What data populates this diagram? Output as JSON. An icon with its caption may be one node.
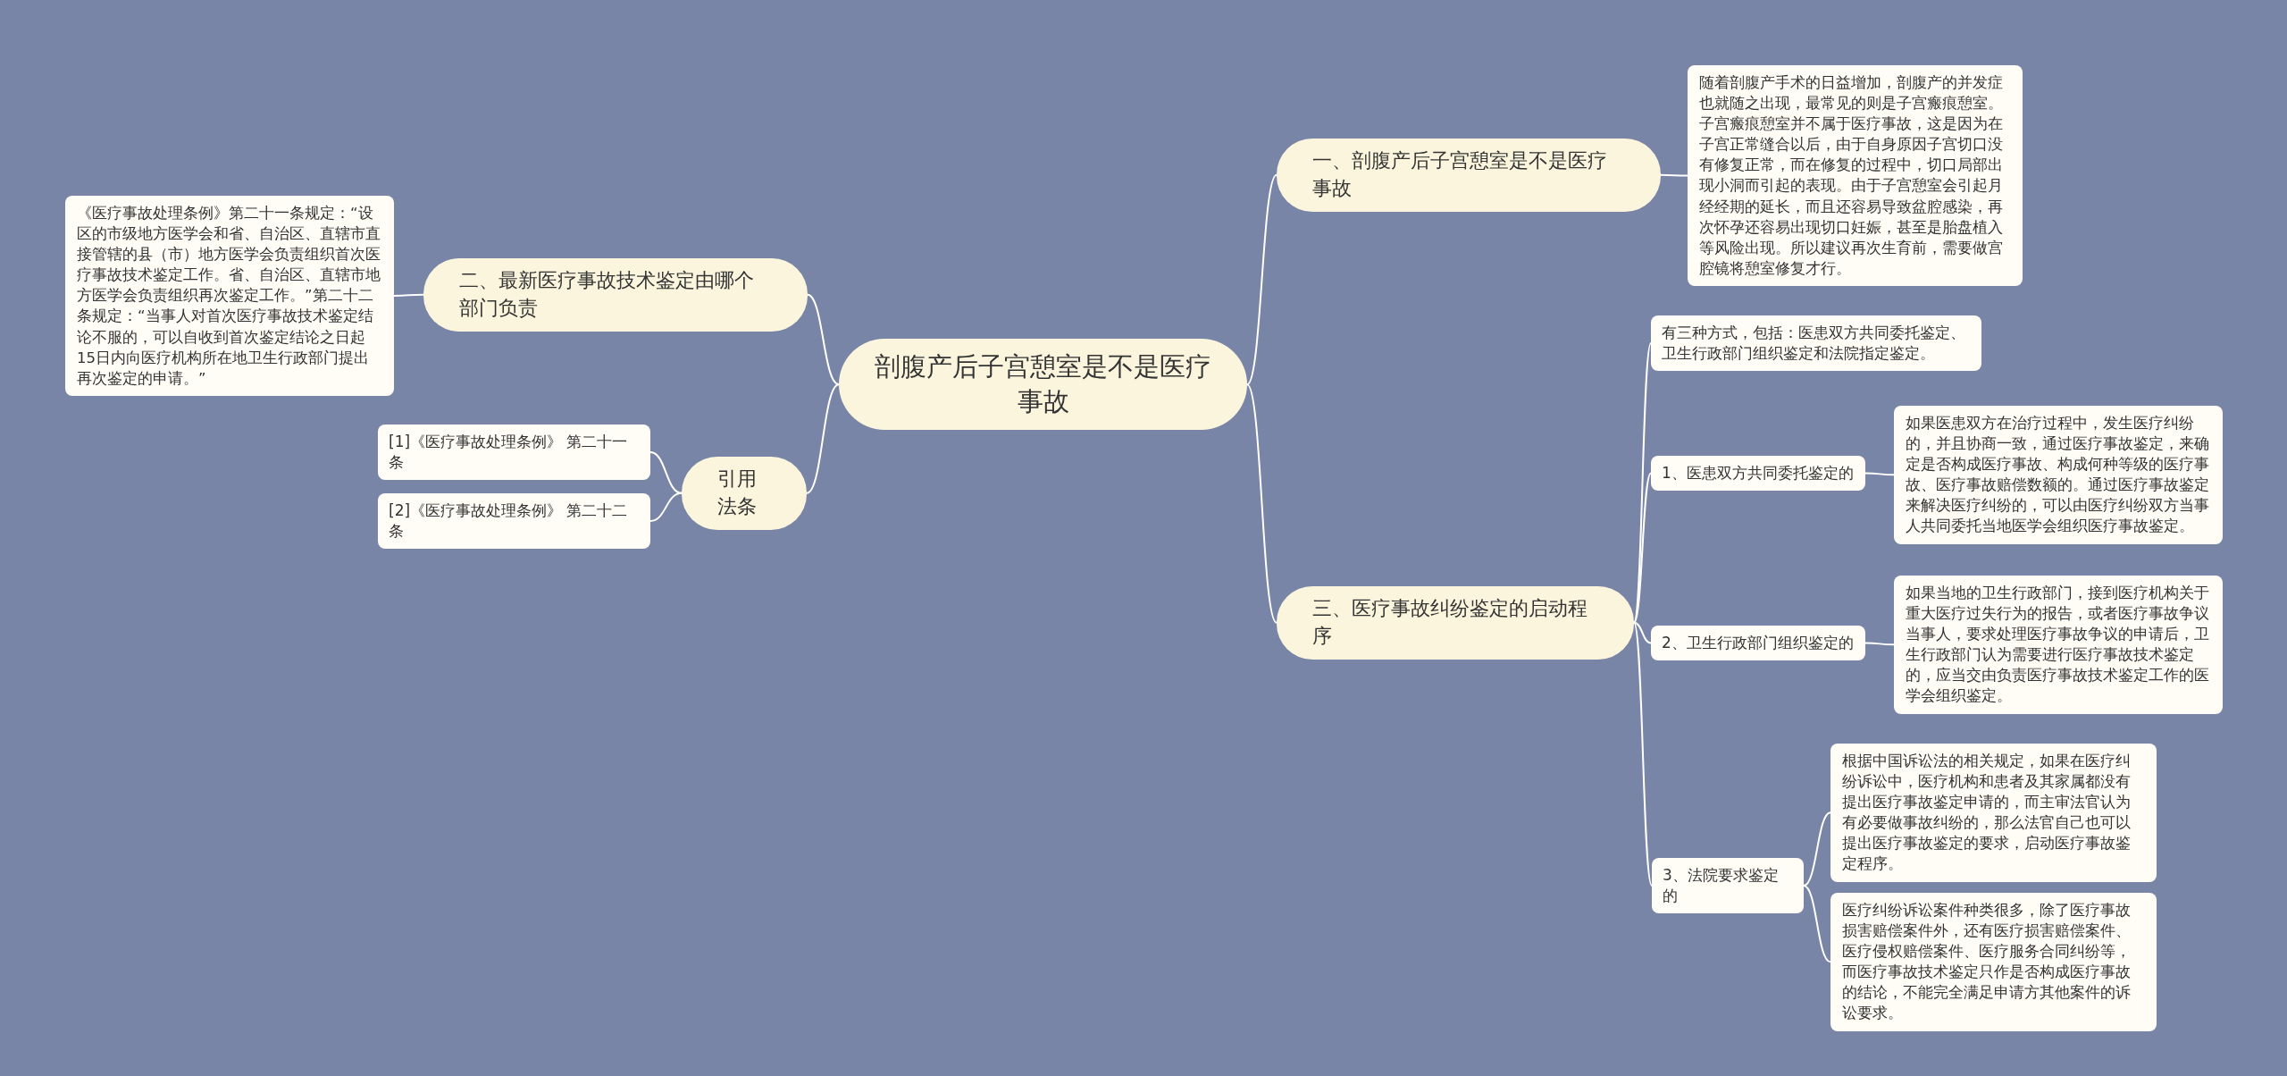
{
  "diagram": {
    "nodes": [
      {
        "text": [
          "剖腹产后子宫憩室是不是医疗事故"
        ]
      },
      {
        "text": [
          "一、剖腹产后子宫憩室是不是医疗事故"
        ]
      },
      {
        "text": [
          "随着剖腹产手术的日益增加，剖腹产的并发症也就随之出现，最常见的则是子宫瘢痕憩室。子宫瘢痕憩室并不属于医疗事故，这是因为在子宫正常缝合以后，由于自身原因子宫切口没有修复正常，而在修复的过程中，切口局部出现小洞而引起的表现。由于子宫憩室会引起月经经期的延长，而且还容易导致盆腔感染，再次怀孕还容易出现切口妊娠，甚至是胎盘植入等风险出现。所以建议再次生育前，需要做宫腔镜将憩室修复才行。"
        ]
      },
      {
        "text": [
          "二、最新医疗事故技术鉴定由哪个部门负责"
        ]
      },
      {
        "text": [
          "《医疗事故处理条例》第二十一条规定：“设区的市级地方医学会和省、自治区、直辖市直接管辖的县（市）地方医学会负责组织首次医疗事故技术鉴定工作。省、自治区、直辖市地方医学会负责组织再次鉴定工作。”第二十二条规定：“当事人对首次医疗事故技术鉴定结论不服的，可以自收到首次鉴定结论之日起15日内向医疗机构所在地卫生行政部门提出再次鉴定的申请。”"
        ]
      },
      {
        "text": [
          "引用法条"
        ]
      },
      {
        "text": [
          "[1]《医疗事故处理条例》 第二十一条"
        ]
      },
      {
        "text": [
          "[2]《医疗事故处理条例》 第二十二条"
        ]
      },
      {
        "text": [
          "三、医疗事故纠纷鉴定的启动程序"
        ]
      },
      {
        "text": [
          "有三种方式，包括：医患双方共同委托鉴定、卫生行政部门组织鉴定和法院指定鉴定。"
        ]
      },
      {
        "text": [
          "1、医患双方共同委托鉴定的"
        ]
      },
      {
        "text": [
          "如果医患双方在治疗过程中，发生医疗纠纷的，并且协商一致，通过医疗事故鉴定，来确定是否构成医疗事故、构成何种等级的医疗事故、医疗事故赔偿数额的。通过医疗事故鉴定来解决医疗纠纷的，可以由医疗纠纷双方当事人共同委托当地医学会组织医疗事故鉴定。"
        ]
      },
      {
        "text": [
          "2、卫生行政部门组织鉴定的"
        ]
      },
      {
        "text": [
          "如果当地的卫生行政部门，接到医疗机构关于重大医疗过失行为的报告，或者医疗事故争议当事人，要求处理医疗事故争议的申请后，卫生行政部门认为需要进行医疗事故技术鉴定的，应当交由负责医疗事故技术鉴定工作的医学会组织鉴定。"
        ]
      },
      {
        "text": [
          "3、法院要求鉴定的"
        ]
      },
      {
        "text": [
          "根据中国诉讼法的相关规定，如果在医疗纠纷诉讼中，医疗机构和患者及其家属都没有提出医疗事故鉴定申请的，而主审法官认为有必要做事故纠纷的，那么法官自己也可以提出医疗事故鉴定的要求，启动医疗事故鉴定程序。"
        ]
      },
      {
        "text": [
          "医疗纠纷诉讼案件种类很多，除了医疗事故损害赔偿案件外，还有医疗损害赔偿案件、医疗侵权赔偿案件、医疗服务合同纠纷等，而医疗事故技术鉴定只作是否构成医疗事故的结论，不能完全满足申请方其他案件的诉讼要求。"
        ]
      }
    ],
    "edges": [
      {
        "from": 0,
        "to": 1,
        "arrow": "none"
      },
      {
        "from": 1,
        "to": 2,
        "arrow": "none"
      },
      {
        "from": 0,
        "to": 3,
        "arrow": "none"
      },
      {
        "from": 3,
        "to": 4,
        "arrow": "none"
      },
      {
        "from": 0,
        "to": 5,
        "arrow": "none"
      },
      {
        "from": 5,
        "to": 6,
        "arrow": "none"
      },
      {
        "from": 5,
        "to": 7,
        "arrow": "none"
      },
      {
        "from": 0,
        "to": 8,
        "arrow": "none"
      },
      {
        "from": 8,
        "to": 9,
        "arrow": "none"
      },
      {
        "from": 8,
        "to": 10,
        "arrow": "none"
      },
      {
        "from": 10,
        "to": 11,
        "arrow": "none"
      },
      {
        "from": 8,
        "to": 12,
        "arrow": "none"
      },
      {
        "from": 12,
        "to": 13,
        "arrow": "none"
      },
      {
        "from": 8,
        "to": 14,
        "arrow": "none"
      },
      {
        "from": 14,
        "to": 15,
        "arrow": "none"
      },
      {
        "from": 14,
        "to": 16,
        "arrow": "none"
      }
    ]
  }
}
